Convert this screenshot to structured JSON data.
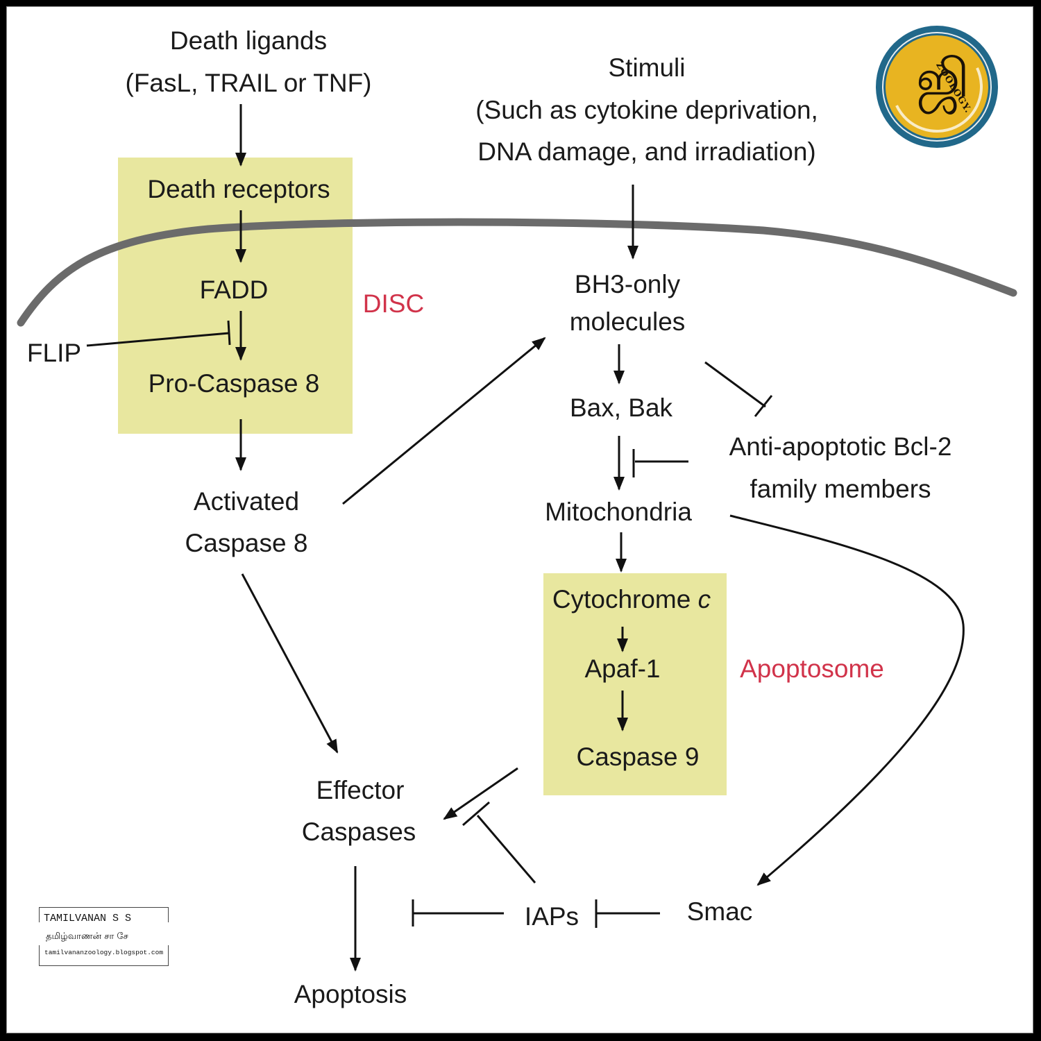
{
  "title": "Apoptosis signaling pathways",
  "nodes": {
    "death_ligands": [
      "Death ligands",
      "(FasL, TRAIL or TNF)"
    ],
    "stimuli": [
      "Stimuli",
      "(Such as cytokine deprivation,",
      "DNA damage, and irradiation)"
    ],
    "death_receptors": "Death receptors",
    "fadd": "FADD",
    "flip": "FLIP",
    "pro_caspase8": "Pro-Caspase 8",
    "disc_label": "DISC",
    "activated_caspase8": [
      "Activated",
      "Caspase 8"
    ],
    "bh3": [
      "BH3-only",
      "molecules"
    ],
    "bax_bak": "Bax, Bak",
    "anti_apoptotic": [
      "Anti-apoptotic Bcl-2",
      "family members"
    ],
    "mitochondria": "Mitochondria",
    "cytochrome": "Cytochrome ",
    "cytochrome_italic": "c",
    "apaf1": "Apaf-1",
    "caspase9": "Caspase 9",
    "apoptosome_label": "Apoptosome",
    "effector": [
      "Effector",
      "Caspases"
    ],
    "apoptosis": "Apoptosis",
    "iaps": "IAPs",
    "smac": "Smac"
  },
  "colors": {
    "complex_box": "#e8e79f",
    "complex_label": "#d1334a",
    "membrane": "#6b6b6b",
    "logo_ring": "#21688a",
    "logo_disc": "#e8b421"
  },
  "edges": [
    {
      "from": "Death ligands",
      "to": "Death receptors",
      "type": "activation"
    },
    {
      "from": "Death receptors",
      "to": "FADD",
      "type": "activation"
    },
    {
      "from": "FADD",
      "to": "Pro-Caspase 8",
      "type": "activation"
    },
    {
      "from": "FLIP",
      "to": "FADD→Pro-Caspase 8",
      "type": "inhibition"
    },
    {
      "from": "Pro-Caspase 8",
      "to": "Activated Caspase 8",
      "type": "activation"
    },
    {
      "from": "Activated Caspase 8",
      "to": "BH3-only molecules",
      "type": "activation"
    },
    {
      "from": "Activated Caspase 8",
      "to": "Effector Caspases",
      "type": "activation"
    },
    {
      "from": "Stimuli",
      "to": "BH3-only molecules",
      "type": "activation"
    },
    {
      "from": "BH3-only molecules",
      "to": "Bax, Bak",
      "type": "activation"
    },
    {
      "from": "BH3-only molecules",
      "to": "Anti-apoptotic Bcl-2 family members",
      "type": "inhibition"
    },
    {
      "from": "Anti-apoptotic Bcl-2 family members",
      "to": "Bax, Bak→Mitochondria",
      "type": "inhibition"
    },
    {
      "from": "Bax, Bak",
      "to": "Mitochondria",
      "type": "activation"
    },
    {
      "from": "Mitochondria",
      "to": "Cytochrome c",
      "type": "activation"
    },
    {
      "from": "Mitochondria",
      "to": "Smac",
      "type": "activation"
    },
    {
      "from": "Cytochrome c",
      "to": "Apaf-1",
      "type": "activation"
    },
    {
      "from": "Apaf-1",
      "to": "Caspase 9",
      "type": "activation"
    },
    {
      "from": "Caspase 9",
      "to": "Effector Caspases",
      "type": "activation"
    },
    {
      "from": "IAPs",
      "to": "Caspase 9→Effector Caspases",
      "type": "inhibition"
    },
    {
      "from": "IAPs",
      "to": "Effector Caspases→Apoptosis",
      "type": "inhibition"
    },
    {
      "from": "Smac",
      "to": "IAPs",
      "type": "inhibition"
    },
    {
      "from": "Effector Caspases",
      "to": "Apoptosis",
      "type": "activation"
    }
  ],
  "logo": {
    "brand": "ZOOLOGY.",
    "glyph": "ஜி"
  },
  "credit": {
    "name": "TAMILVANAN S S",
    "tamil_name": "தமிழ்வாணன் சா சே",
    "url": "tamilvananzoology.blogspot.com"
  }
}
